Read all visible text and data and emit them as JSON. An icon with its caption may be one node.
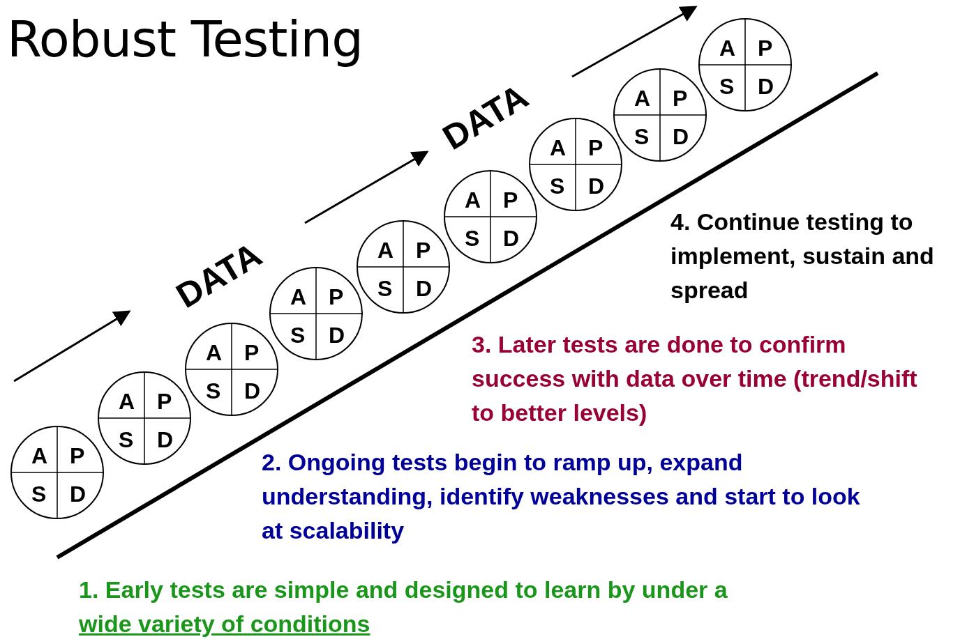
{
  "diagram": {
    "title": "Robust Testing",
    "nodes": [
      {
        "text": [
          "A",
          "P",
          "S",
          "D"
        ]
      },
      {
        "text": [
          "A",
          "P",
          "S",
          "D"
        ]
      },
      {
        "text": [
          "A",
          "P",
          "S",
          "D"
        ]
      },
      {
        "text": [
          "A",
          "P",
          "S",
          "D"
        ]
      },
      {
        "text": [
          "A",
          "P",
          "S",
          "D"
        ]
      },
      {
        "text": [
          "A",
          "P",
          "S",
          "D"
        ]
      },
      {
        "text": [
          "A",
          "P",
          "S",
          "D"
        ]
      },
      {
        "text": [
          "A",
          "P",
          "S",
          "D"
        ]
      },
      {
        "text": [
          "A",
          "P",
          "S",
          "D"
        ]
      }
    ],
    "labels": [
      "DATA",
      "DATA",
      "4. Continue testing to implement, sustain and spread",
      "3. Later tests are done to confirm success with data over time (trend/shift to better levels)",
      "2. Ongoing tests begin to ramp up, expand understanding, identify weaknesses and start to look at scalability",
      "1. Early tests are simple and designed to learn by under a",
      "wide variety of conditions"
    ]
  }
}
